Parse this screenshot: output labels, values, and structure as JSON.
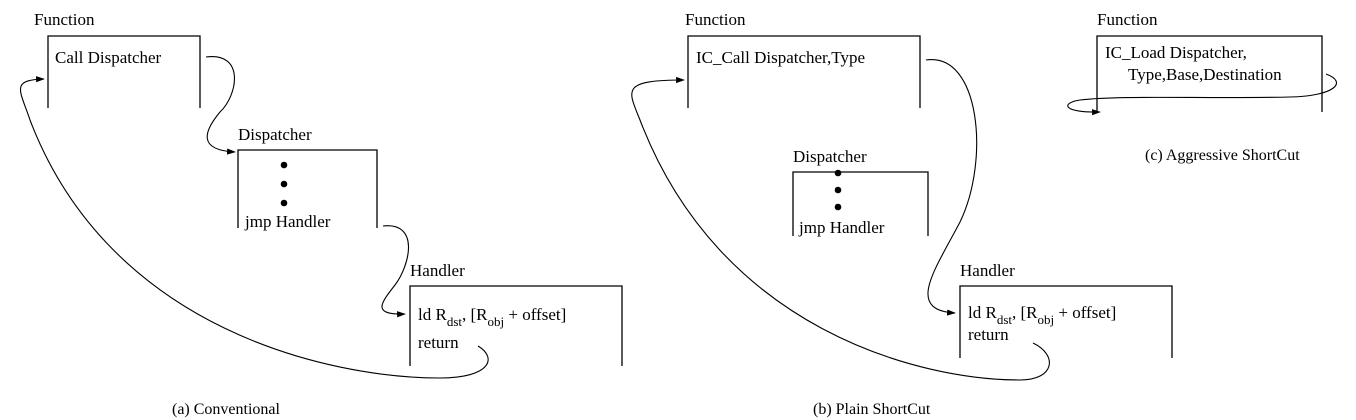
{
  "panel_a": {
    "caption": "(a) Conventional",
    "function_title": "Function",
    "call_line": "Call Dispatcher",
    "dispatcher_title": "Dispatcher",
    "jmp_line": "jmp Handler",
    "handler_title": "Handler",
    "ld": {
      "prefix": "ld R",
      "dst": "dst",
      "mid": ", [R",
      "obj": "obj",
      "suffix": " + offset]"
    },
    "return_line": "return"
  },
  "panel_b": {
    "caption": "(b) Plain ShortCut",
    "function_title": "Function",
    "call_line": "IC_Call Dispatcher,Type",
    "dispatcher_title": "Dispatcher",
    "jmp_line": "jmp Handler",
    "handler_title": "Handler",
    "ld": {
      "prefix": "ld R",
      "dst": "dst",
      "mid": ", [R",
      "obj": "obj",
      "suffix": " + offset]"
    },
    "return_line": "return"
  },
  "panel_c": {
    "caption": "(c) Aggressive ShortCut",
    "function_title": "Function",
    "line1": "IC_Load Dispatcher,",
    "line2": "Type,Base,Destination"
  }
}
